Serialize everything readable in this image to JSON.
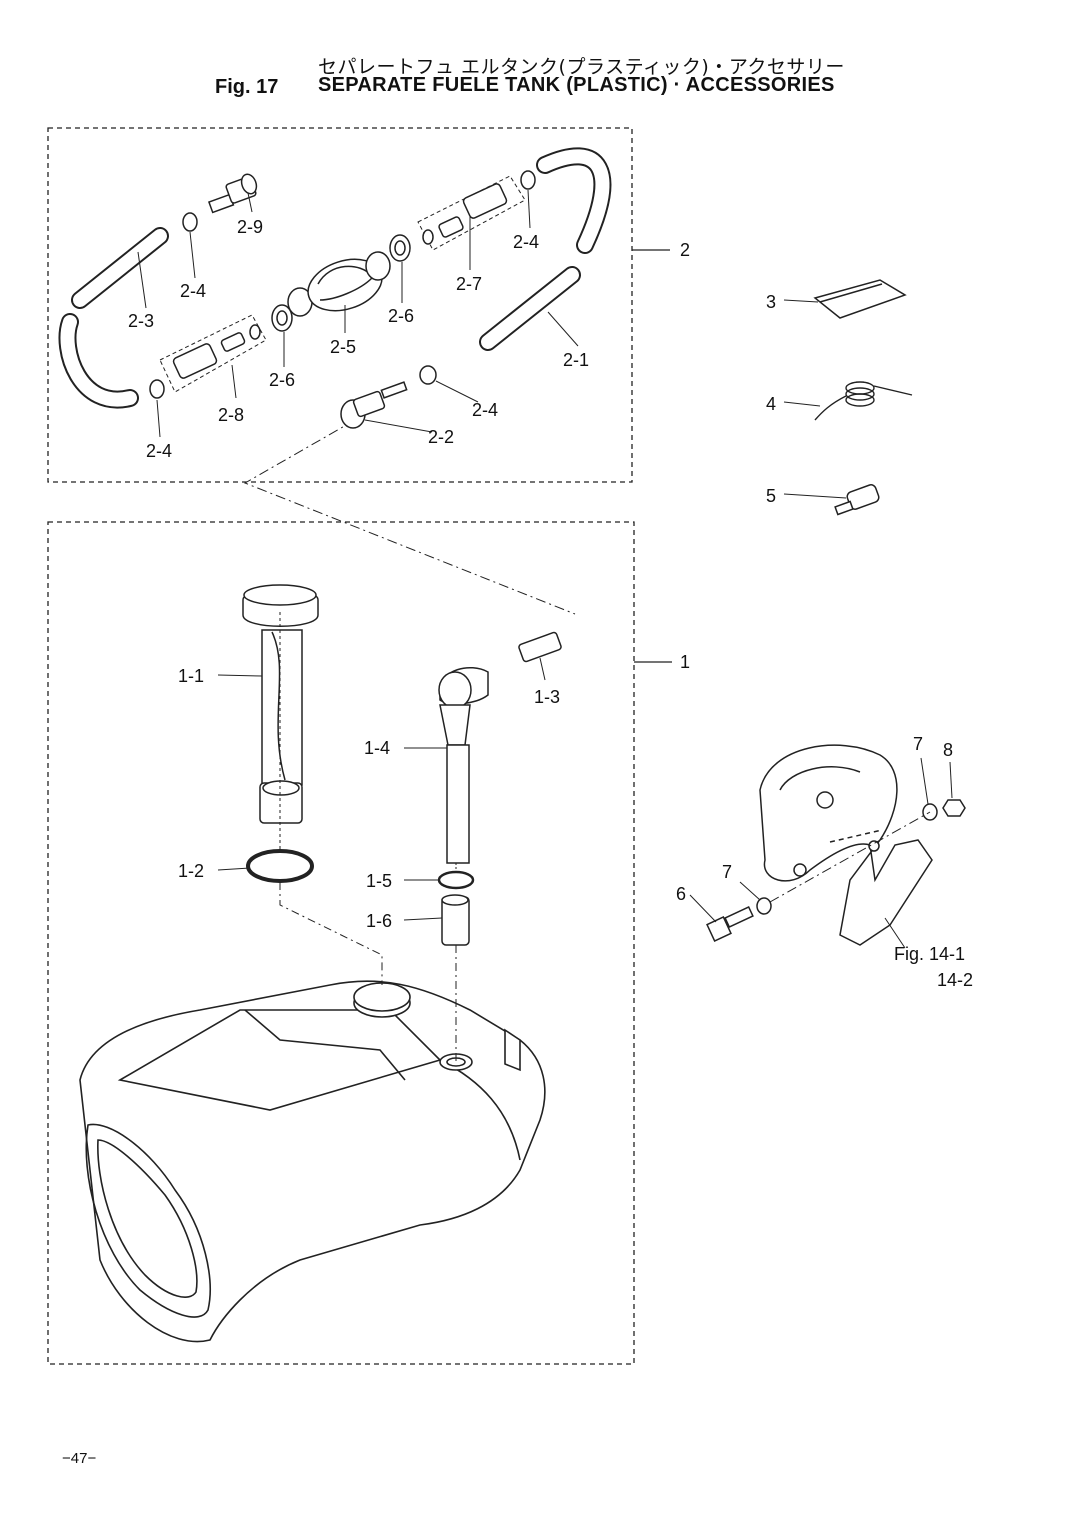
{
  "header": {
    "title_jp": "セパレートフュ エルタンク(プラスティック)・アクセサリー",
    "fig_label": "Fig. 17",
    "title_en": "SEPARATE FUELE TANK (PLASTIC) · ACCESSORIES"
  },
  "callouts": {
    "c2": "2",
    "c1": "1",
    "c3": "3",
    "c4": "4",
    "c5": "5",
    "c6": "6",
    "c7a": "7",
    "c7b": "7",
    "c8": "8",
    "c2_1": "2-1",
    "c2_2": "2-2",
    "c2_3": "2-3",
    "c2_4a": "2-4",
    "c2_4b": "2-4",
    "c2_4c": "2-4",
    "c2_4d": "2-4",
    "c2_5": "2-5",
    "c2_6a": "2-6",
    "c2_6b": "2-6",
    "c2_7": "2-7",
    "c2_8": "2-8",
    "c2_9": "2-9",
    "c1_1": "1-1",
    "c1_2": "1-2",
    "c1_3": "1-3",
    "c1_4": "1-4",
    "c1_5": "1-5",
    "c1_6": "1-6",
    "fig_ref_1": "Fig. 14-1",
    "fig_ref_2": "14-2"
  },
  "footer": {
    "page_number": "−47−"
  }
}
